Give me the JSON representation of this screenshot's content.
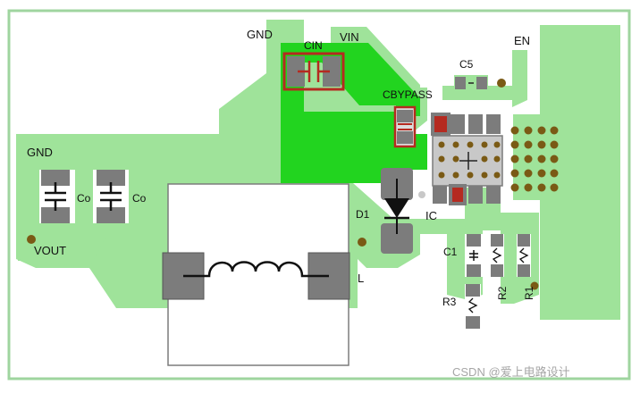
{
  "board": {
    "colors": {
      "background": "#ffffff",
      "board_edge": "#9fd59f",
      "light_copper": "#9fe39a",
      "bright_copper": "#22d41f",
      "pad": "#7c7c7c",
      "pad_red_outline": "#b52a20",
      "via": "#7a5a15",
      "ic_body": "#c8c8c8"
    }
  },
  "labels": {
    "gnd_top": "GND",
    "cin": "CIN",
    "vin": "VIN",
    "en": "EN",
    "c5": "C5",
    "cbypass": "CBYPASS",
    "gnd_left": "GND",
    "co_1": "Co",
    "co_2": "Co",
    "vout": "VOUT",
    "d1": "D1",
    "ic": "IC",
    "l": "L",
    "c1": "C1",
    "r3": "R3",
    "r2": "R2",
    "r1": "R1"
  },
  "watermark": "CSDN @爱上电路设计"
}
